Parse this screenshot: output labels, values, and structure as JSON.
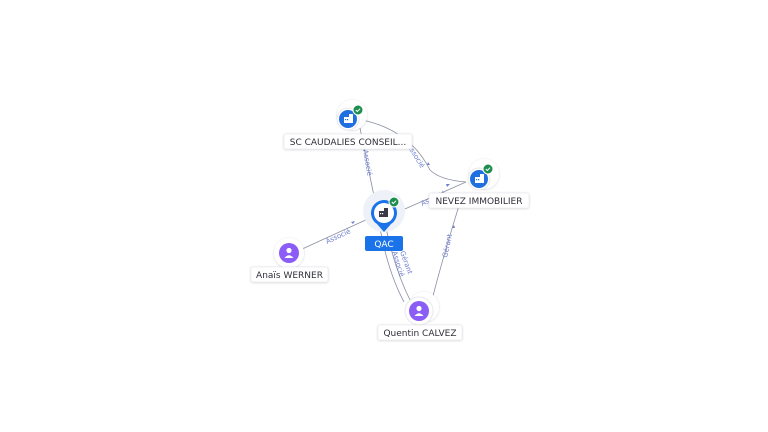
{
  "colors": {
    "company_node": "#1f6fe0",
    "person_node": "#8b5cf6",
    "verified_badge": "#1e8e4e",
    "edge": "#8a8fa3",
    "edge_label": "#6f7fcf",
    "focus_label_bg": "#1a73e8"
  },
  "nodes": {
    "sc_caudalies": {
      "label": "SC CAUDALIES CONSEIL...",
      "kind": "company",
      "icon": "building-icon",
      "verified": true
    },
    "nevez": {
      "label": "NEVEZ IMMOBILIER",
      "kind": "company",
      "icon": "building-icon",
      "verified": true
    },
    "qac": {
      "label": "QAC",
      "kind": "company-focus",
      "icon": "building-icon",
      "verified": true
    },
    "anais": {
      "label": "Anaïs WERNER",
      "kind": "person",
      "icon": "person-icon"
    },
    "quentin": {
      "label": "Quentin CALVEZ",
      "kind": "person",
      "icon": "person-icon"
    }
  },
  "edges": {
    "sc_qac": {
      "label": "Associé"
    },
    "sc_nevez": {
      "label": "Associé"
    },
    "qac_nevez": {
      "label": "Associé"
    },
    "anais_qac": {
      "label": "Associé"
    },
    "quentin_qac_1": {
      "label": "Gérant"
    },
    "quentin_qac_2": {
      "label": "Associé"
    },
    "quentin_nevez": {
      "label": "Gérant"
    }
  }
}
